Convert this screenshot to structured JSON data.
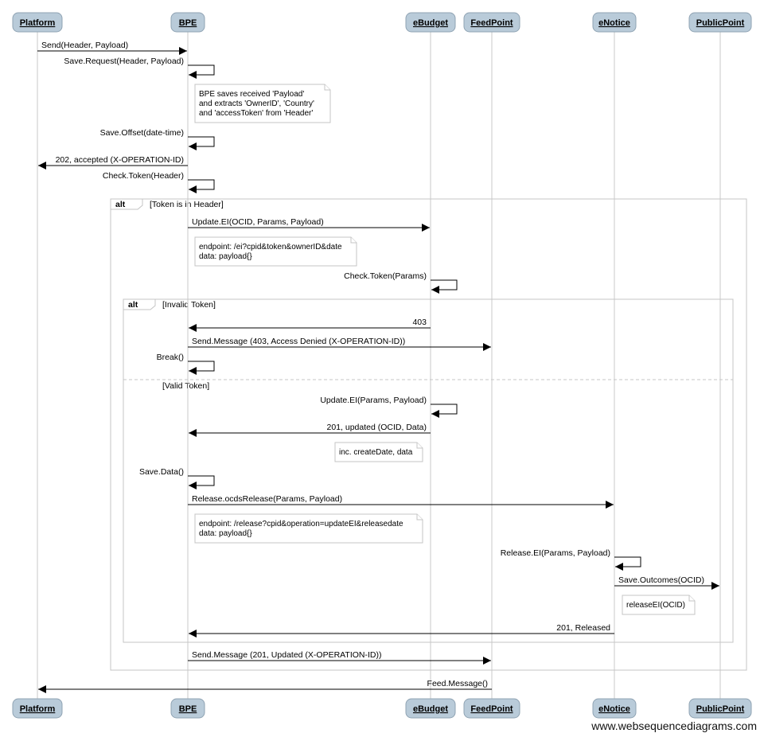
{
  "actors": [
    {
      "id": "platform",
      "label": "Platform"
    },
    {
      "id": "bpe",
      "label": "BPE"
    },
    {
      "id": "ebudget",
      "label": "eBudget"
    },
    {
      "id": "feedpoint",
      "label": "FeedPoint"
    },
    {
      "id": "enotice",
      "label": "eNotice"
    },
    {
      "id": "publicpoint",
      "label": "PublicPoint"
    }
  ],
  "messages": [
    {
      "from": "platform",
      "to": "bpe",
      "label": "Send(Header, Payload)"
    },
    {
      "from": "bpe",
      "to": "bpe",
      "label": "Save.Request(Header, Payload)"
    },
    {
      "from": "bpe",
      "to": "bpe",
      "label": "Save.Offset(date-time)"
    },
    {
      "from": "bpe",
      "to": "platform",
      "label": "202, accepted (X-OPERATION-ID)"
    },
    {
      "from": "bpe",
      "to": "bpe",
      "label": "Check.Token(Header)"
    },
    {
      "from": "bpe",
      "to": "ebudget",
      "label": "Update.EI(OCID, Params, Payload)"
    },
    {
      "from": "ebudget",
      "to": "ebudget",
      "label": "Check.Token(Params)"
    },
    {
      "from": "ebudget",
      "to": "bpe",
      "label": "403"
    },
    {
      "from": "bpe",
      "to": "feedpoint",
      "label": "Send.Message (403, Access Denied (X-OPERATION-ID))"
    },
    {
      "from": "bpe",
      "to": "bpe",
      "label": "Break()"
    },
    {
      "from": "ebudget",
      "to": "ebudget",
      "label": "Update.EI(Params, Payload)"
    },
    {
      "from": "ebudget",
      "to": "bpe",
      "label": "201, updated (OCID, Data)"
    },
    {
      "from": "bpe",
      "to": "bpe",
      "label": "Save.Data()"
    },
    {
      "from": "bpe",
      "to": "enotice",
      "label": "Release.ocdsRelease(Params, Payload)"
    },
    {
      "from": "enotice",
      "to": "enotice",
      "label": "Release.EI(Params, Payload)"
    },
    {
      "from": "enotice",
      "to": "publicpoint",
      "label": "Save.Outcomes(OCID)"
    },
    {
      "from": "enotice",
      "to": "bpe",
      "label": "201, Released"
    },
    {
      "from": "bpe",
      "to": "feedpoint",
      "label": "Send.Message (201, Updated (X-OPERATION-ID))"
    },
    {
      "from": "feedpoint",
      "to": "platform",
      "label": "Feed.Message()"
    }
  ],
  "notes": [
    {
      "lines": [
        "BPE saves received 'Payload'",
        "and extracts 'OwnerID', 'Country'",
        "and 'accessToken' from 'Header'"
      ]
    },
    {
      "lines": [
        "endpoint: /ei?cpid&token&ownerID&date",
        "data: payload{}"
      ]
    },
    {
      "lines": [
        "inc. createDate, data"
      ]
    },
    {
      "lines": [
        "endpoint: /release?cpid&operation=updateEI&releasedate",
        "data: payload{}"
      ]
    },
    {
      "lines": [
        "releaseEI(OCID)"
      ]
    }
  ],
  "frames": [
    {
      "keyword": "alt",
      "condition": "[Token is in Header]"
    },
    {
      "keyword": "alt",
      "condition": "[Invalid Token]",
      "else_condition": "[Valid Token]"
    }
  ],
  "watermark": "www.websequencediagrams.com"
}
